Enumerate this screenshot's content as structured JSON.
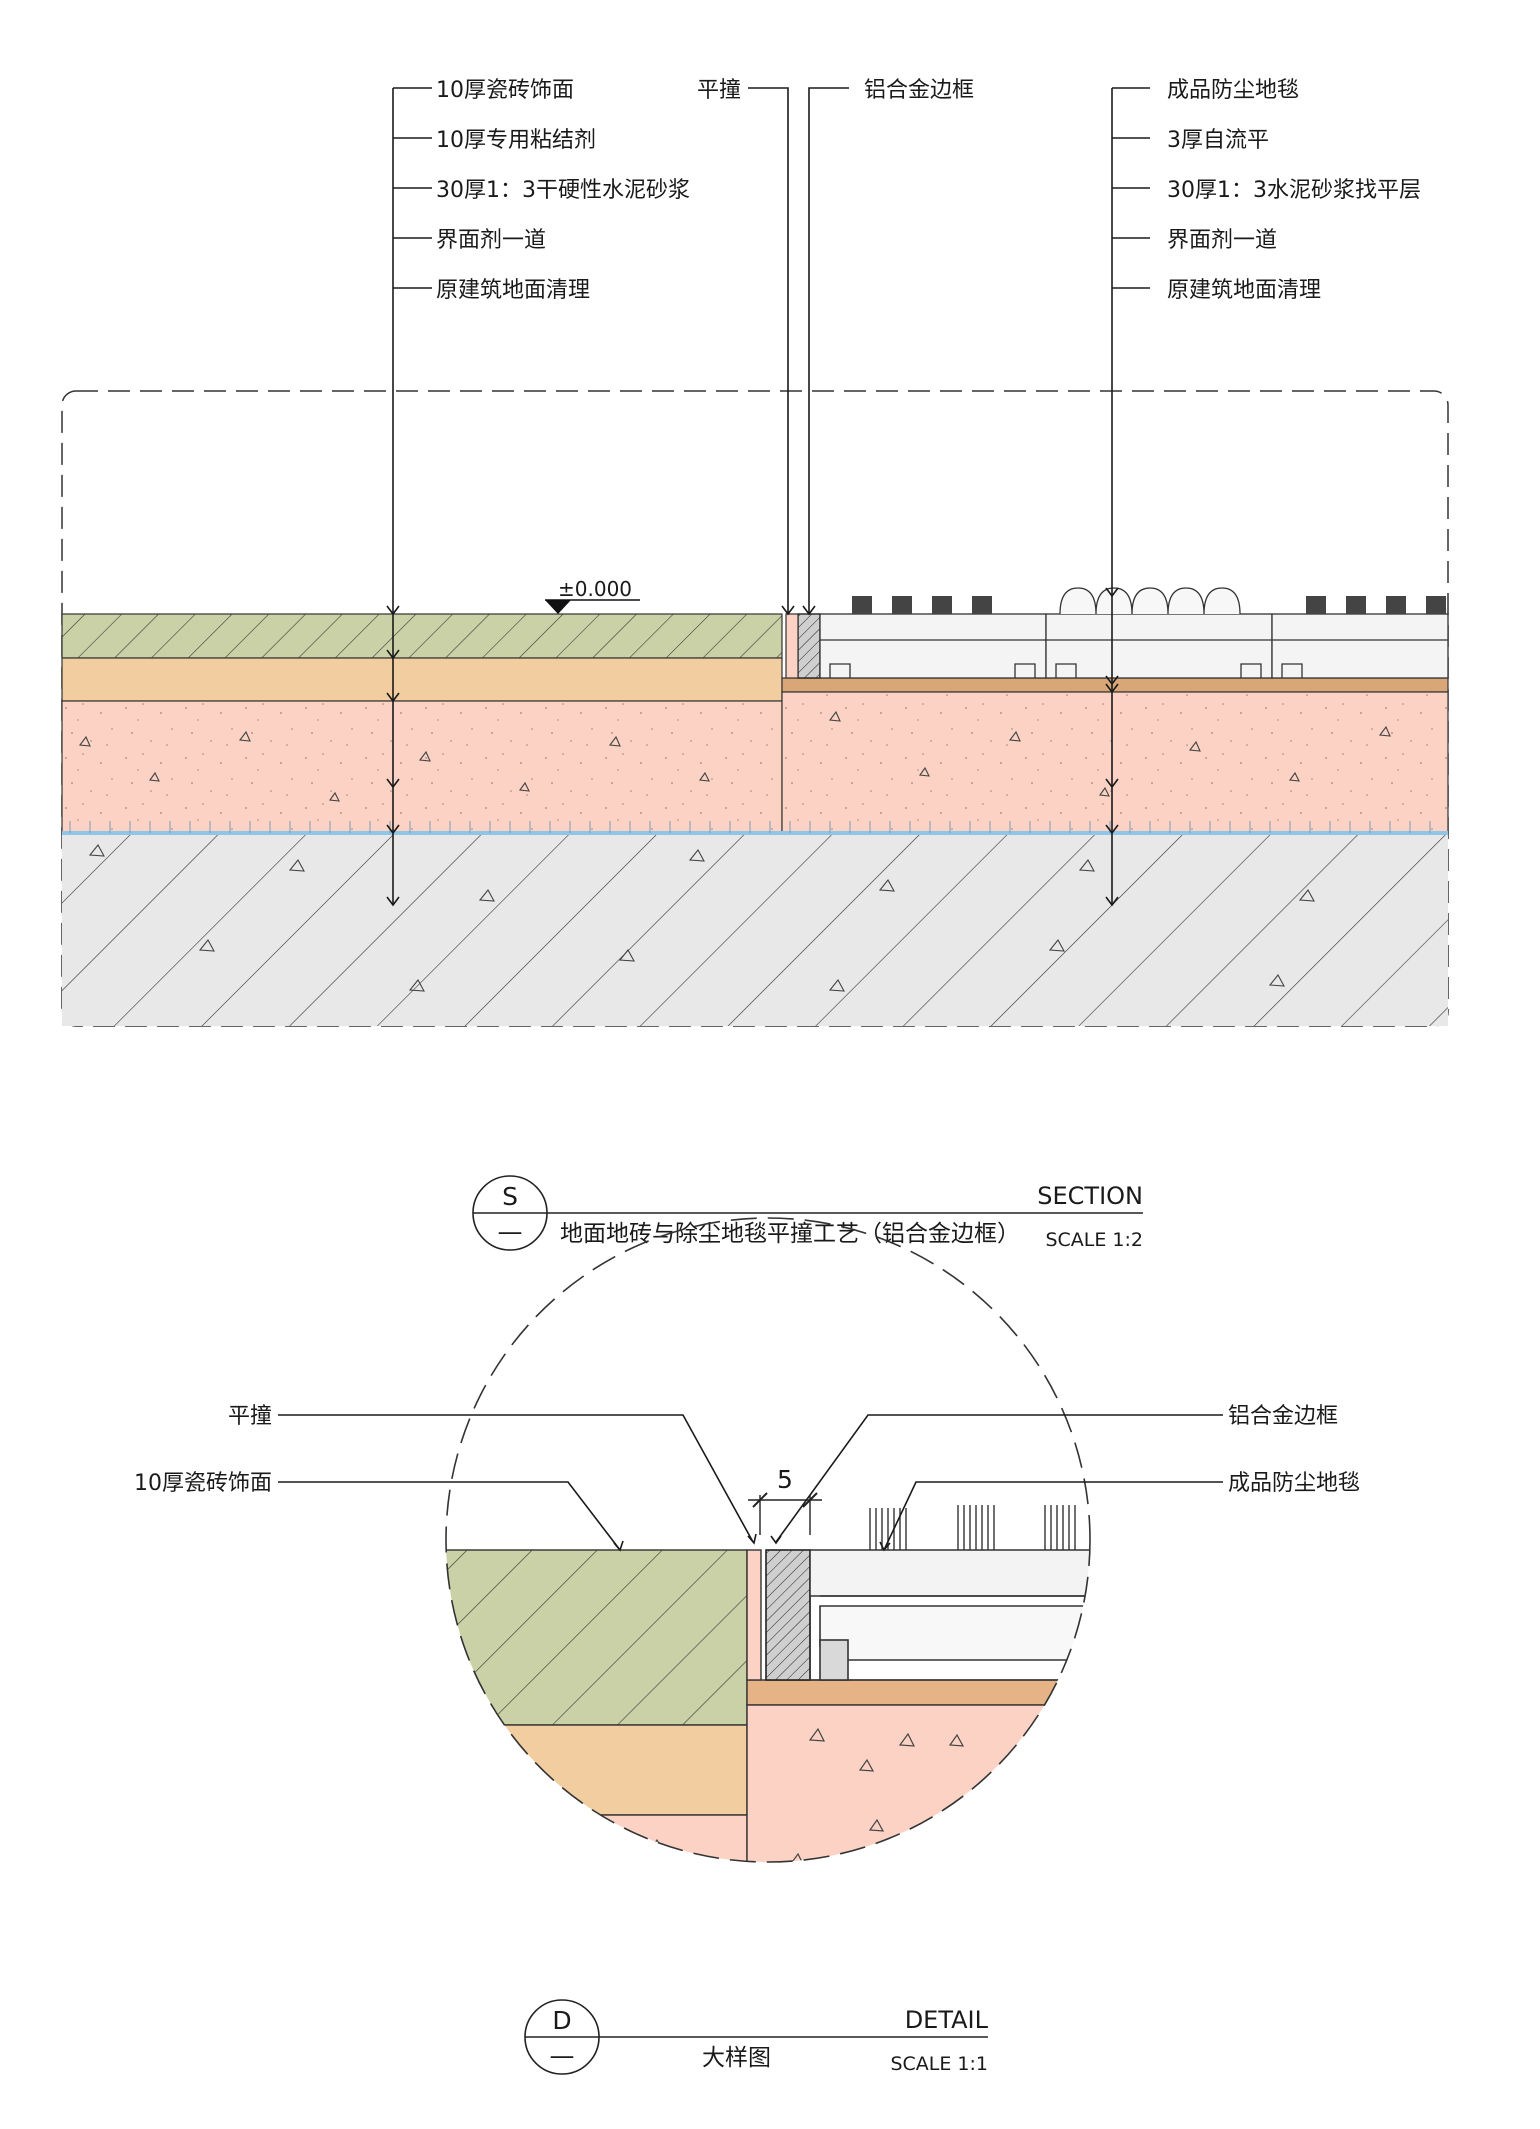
{
  "section": {
    "labels_left": [
      "10厚瓷砖饰面",
      "10厚专用粘结剂",
      "30厚1：3干硬性水泥砂浆",
      "界面剂一道",
      "原建筑地面清理"
    ],
    "label_flush": "平撞",
    "label_frame": "铝合金边框",
    "labels_right": [
      "成品防尘地毯",
      "3厚自流平",
      "30厚1：3水泥砂浆找平层",
      "界面剂一道",
      "原建筑地面清理"
    ],
    "elevation": "±0.000",
    "symbol_top": "S",
    "symbol_bottom": "—",
    "kind": "SECTION",
    "title": "地面地砖与除尘地毯平撞工艺（铝合金边框）",
    "scale": "SCALE 1:2"
  },
  "detail": {
    "label_flush": "平撞",
    "label_tile": "10厚瓷砖饰面",
    "label_frame": "铝合金边框",
    "label_mat": "成品防尘地毯",
    "dimension": "5",
    "symbol_top": "D",
    "symbol_bottom": "—",
    "kind": "DETAIL",
    "title": "大样图",
    "scale": "SCALE 1:1"
  },
  "colors": {
    "tile": "#cbd1a6",
    "adhesive": "#f2cd9f",
    "mortar": "#fbd2c3",
    "concrete": "#e8e8e8",
    "aluminium": "#bdbdbd",
    "moisture": "#8ec6e8"
  }
}
